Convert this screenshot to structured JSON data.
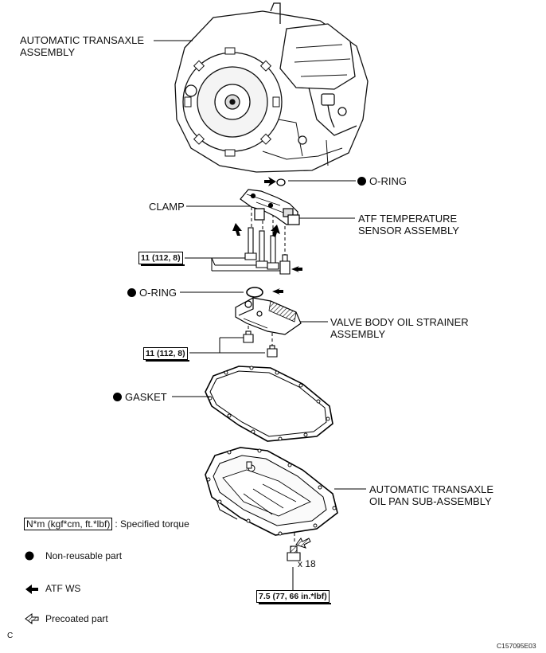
{
  "labels": {
    "transaxle": [
      "AUTOMATIC TRANSAXLE",
      "ASSEMBLY"
    ],
    "oring_top": "O-RING",
    "clamp": "CLAMP",
    "atf_sensor": [
      "ATF TEMPERATURE",
      "SENSOR ASSEMBLY"
    ],
    "torque_1": "11 (112, 8)",
    "oring_mid": "O-RING",
    "strainer": [
      "VALVE BODY OIL STRAINER",
      "ASSEMBLY"
    ],
    "torque_2": "11 (112, 8)",
    "gasket": "GASKET",
    "oil_pan": [
      "AUTOMATIC TRANSAXLE",
      "OIL PAN SUB-ASSEMBLY"
    ],
    "qty": "x 18",
    "torque_3": "7.5 (77, 66 in.*lbf)"
  },
  "legend": {
    "torque_unit": "N*m (kgf*cm, ft.*lbf)",
    "torque_desc": ": Specified torque",
    "nonreusable": "Non-reusable part",
    "atf_ws": "ATF WS",
    "precoated": "Precoated part"
  },
  "corner_letter": "C",
  "figure_id": "C157095E03"
}
